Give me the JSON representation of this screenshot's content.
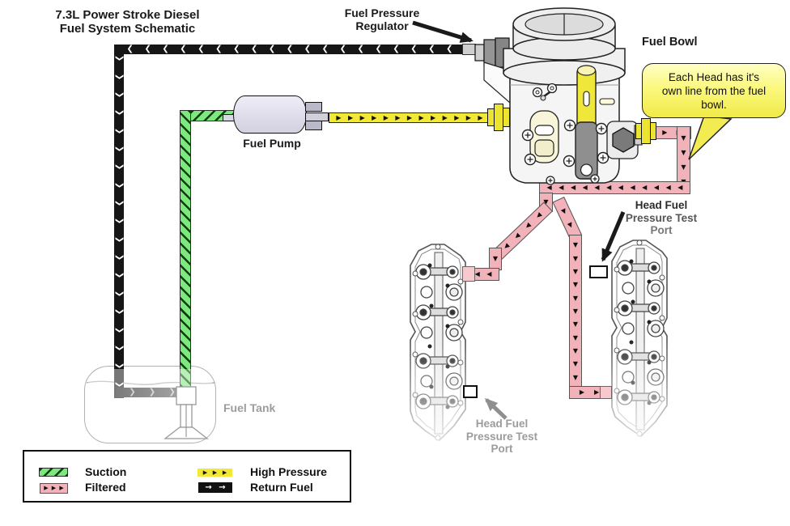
{
  "title": {
    "line1": "7.3L Power Stroke Diesel",
    "line2": "Fuel System Schematic"
  },
  "labels": {
    "regulator": {
      "line1": "Fuel Pressure",
      "line2": "Regulator"
    },
    "fuel_bowl": "Fuel Bowl",
    "fuel_pump": "Fuel Pump",
    "fuel_tank": "Fuel Tank",
    "head_port_right": {
      "line1": "Head Fuel",
      "line2": "Pressure Test",
      "line3": "Port"
    },
    "head_port_left": {
      "line1": "Head Fuel",
      "line2": "Pressure Test",
      "line3": "Port"
    }
  },
  "callout": {
    "line1": "Each Head has it's",
    "line2": "own line from the fuel",
    "line3": "bowl."
  },
  "legend": {
    "suction": {
      "label": "Suction",
      "color": "#7de87d"
    },
    "filtered": {
      "label": "Filtered",
      "color": "#f2b2ba"
    },
    "high_pressure": {
      "label": "High Pressure",
      "color": "#f2e838"
    },
    "return_fuel": {
      "label": "Return Fuel",
      "color": "#111111"
    }
  }
}
